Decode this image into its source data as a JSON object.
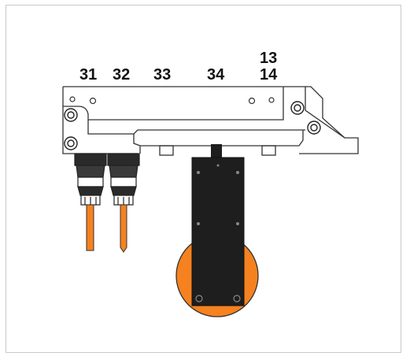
{
  "labels": {
    "l31": "31",
    "l32": "32",
    "l33": "33",
    "l34": "34",
    "l13": "13",
    "l14": "14"
  },
  "colors": {
    "orange": "#f5821f",
    "dark": "#222222",
    "line": "#333333",
    "metal": "#ffffff"
  }
}
